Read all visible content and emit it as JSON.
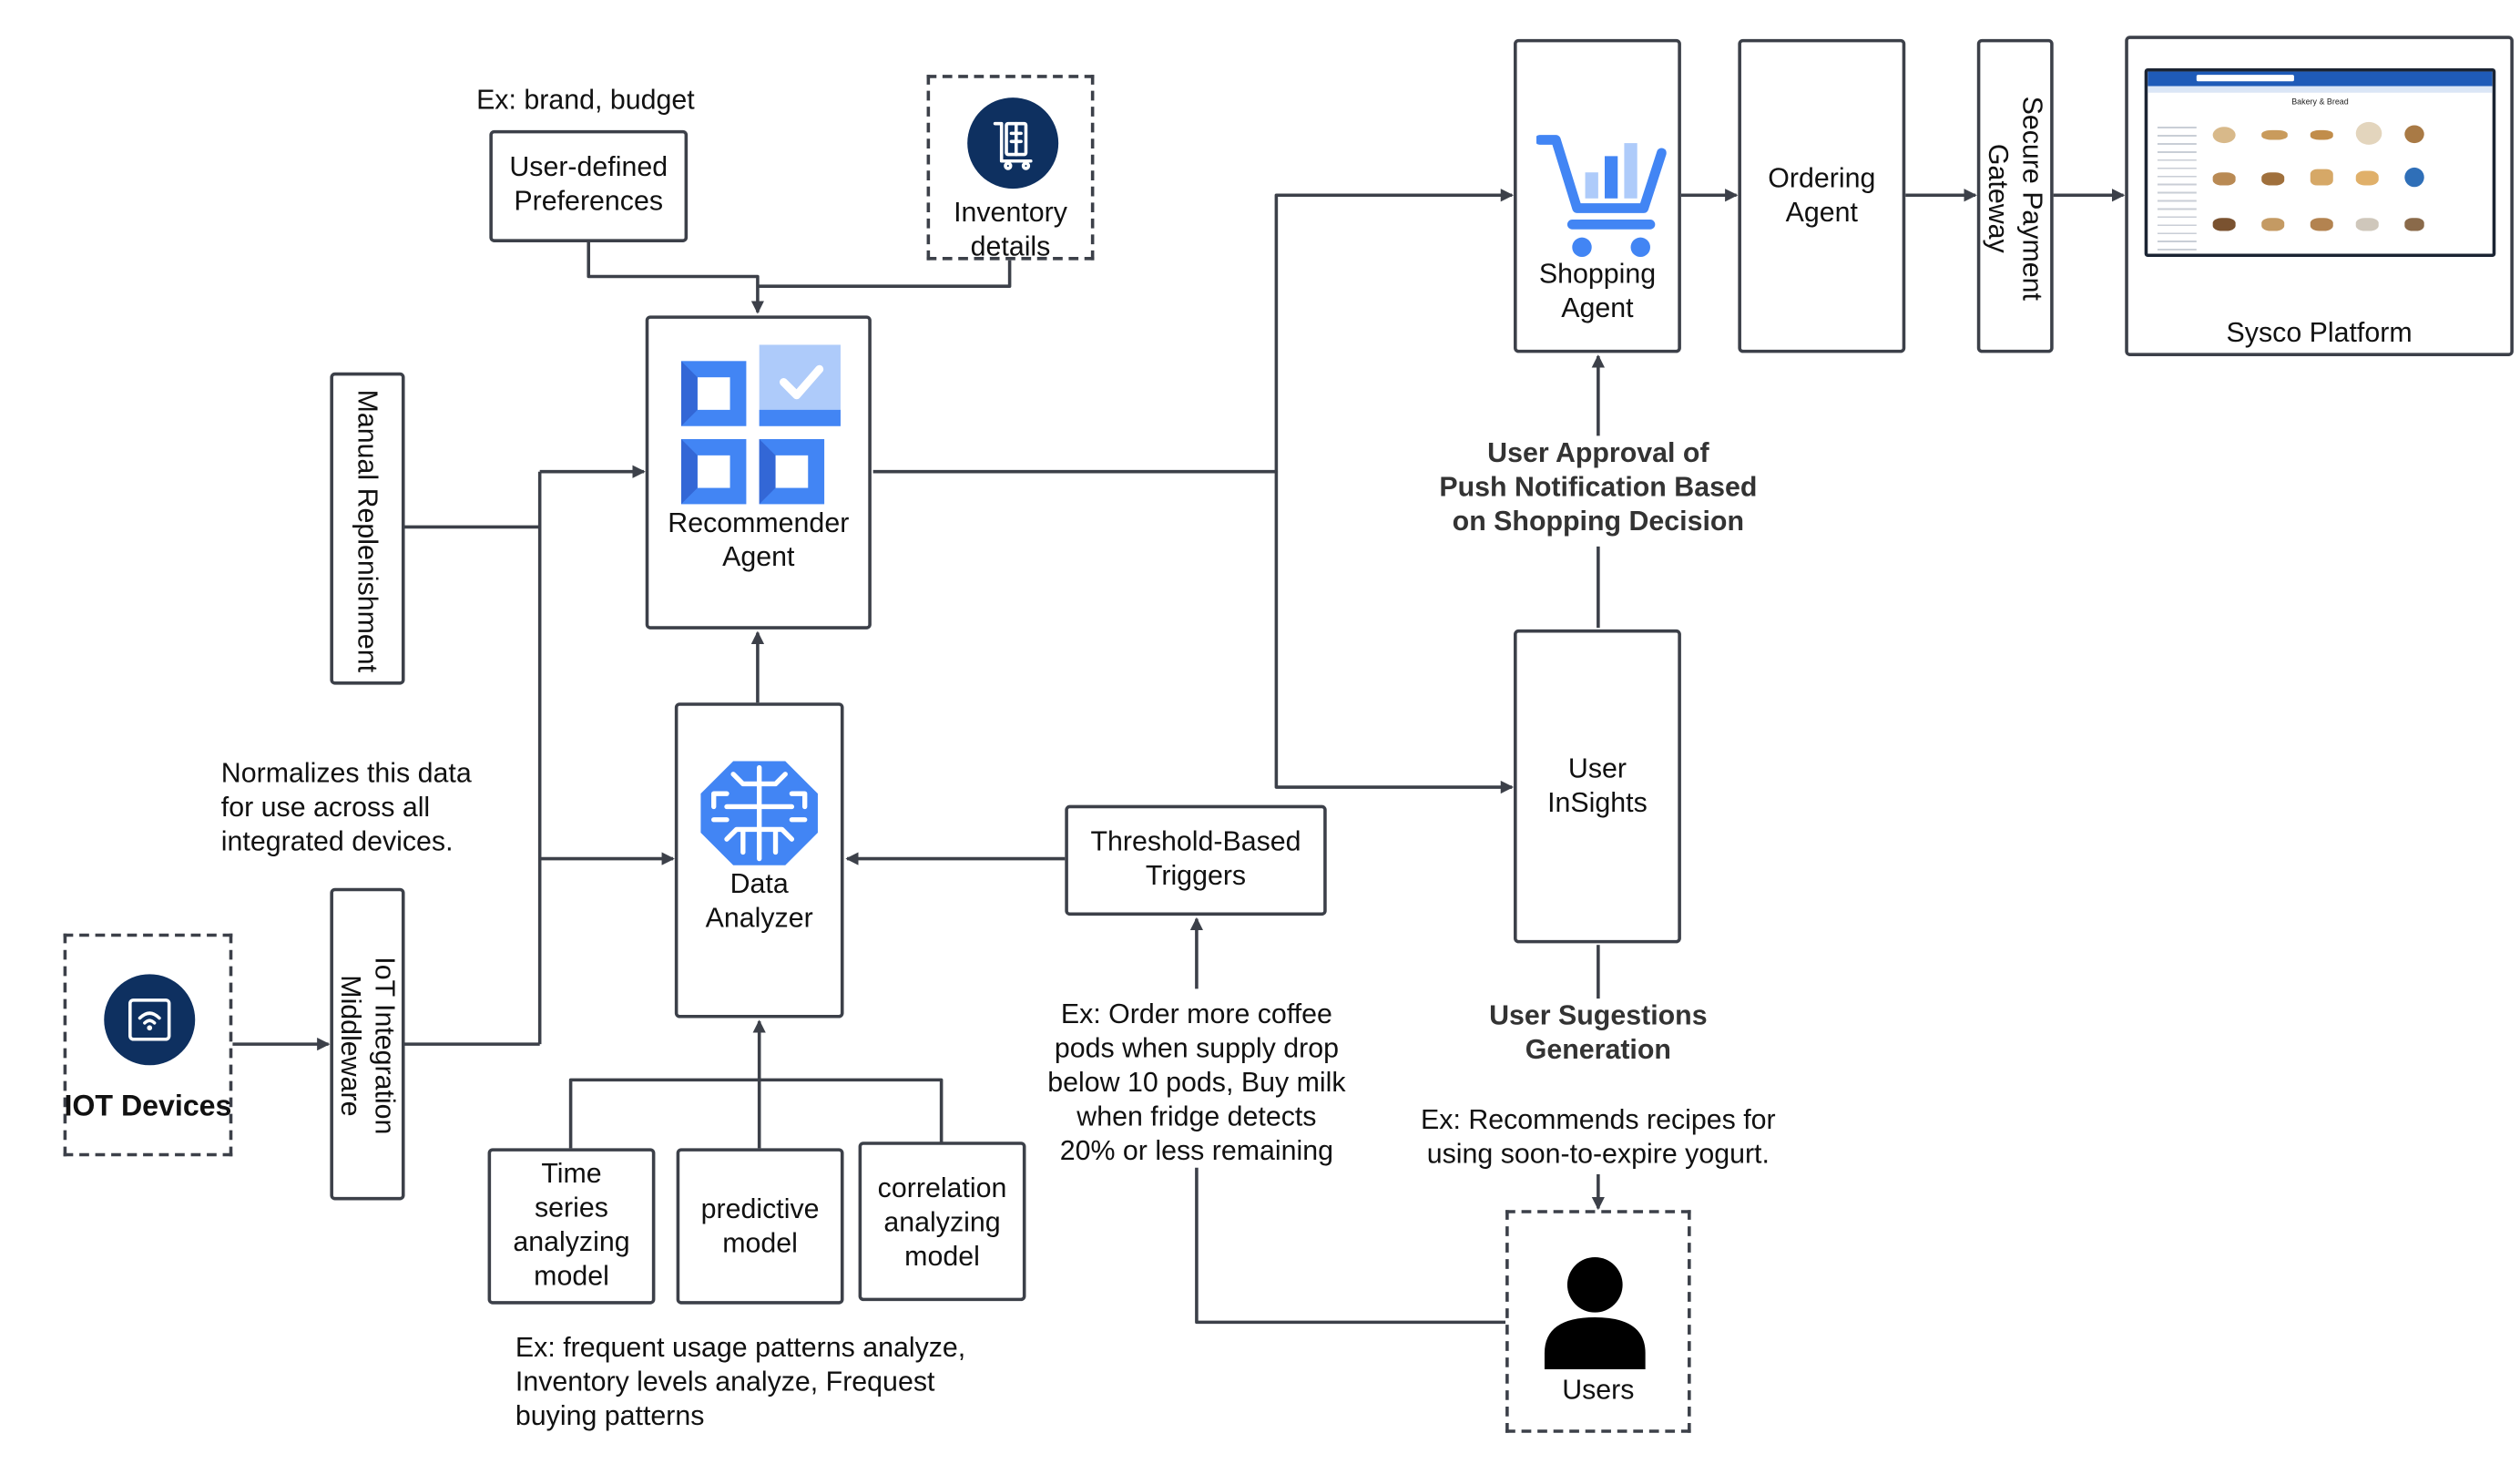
{
  "nodes": {
    "user_prefs": "User-defined\nPreferences",
    "inventory": "Inventory\ndetails",
    "recommender": "Recommender\nAgent",
    "manual": "Manual Replenishment",
    "data_analyzer": "Data\nAnalyzer",
    "iot_middleware": "IoT Integration\nMiddleware",
    "iot_devices": "IOT Devices",
    "time_series": "Time\nseries\nanalyzing\nmodel",
    "predictive": "predictive\nmodel",
    "correlation": "correlation\nanalyzing\nmodel",
    "threshold": "Threshold-Based\nTriggers",
    "shopping": "Shopping\nAgent",
    "ordering": "Ordering\nAgent",
    "payment": "Secure Payment\nGateway",
    "sysco": "Sysco Platform",
    "insights": "User\nInSights",
    "users": "Users"
  },
  "notes": {
    "brand_budget": "Ex: brand, budget",
    "normalizes": "Normalizes this data\nfor use across all\nintegrated devices.",
    "usage_patterns": "Ex: frequent usage patterns analyze,\nInventory levels analyze, Frequest\nbuying patterns",
    "coffee": "Ex: Order more coffee\npods when supply drop\nbelow 10 pods, Buy milk\nwhen fridge detects\n20% or less remaining",
    "approval": "User Approval of\nPush Notification Based\non Shopping Decision",
    "suggestions": "User Sugestions\nGeneration",
    "recipes": "Ex: Recommends recipes for\nusing soon-to-expire yogurt."
  },
  "sysco_screenshot": {
    "heading": "Bakery & Bread"
  },
  "colors": {
    "stroke": "#3c4049",
    "google_blue": "#4285f4",
    "light_blue": "#aecbfa",
    "navy": "#0e3060"
  }
}
